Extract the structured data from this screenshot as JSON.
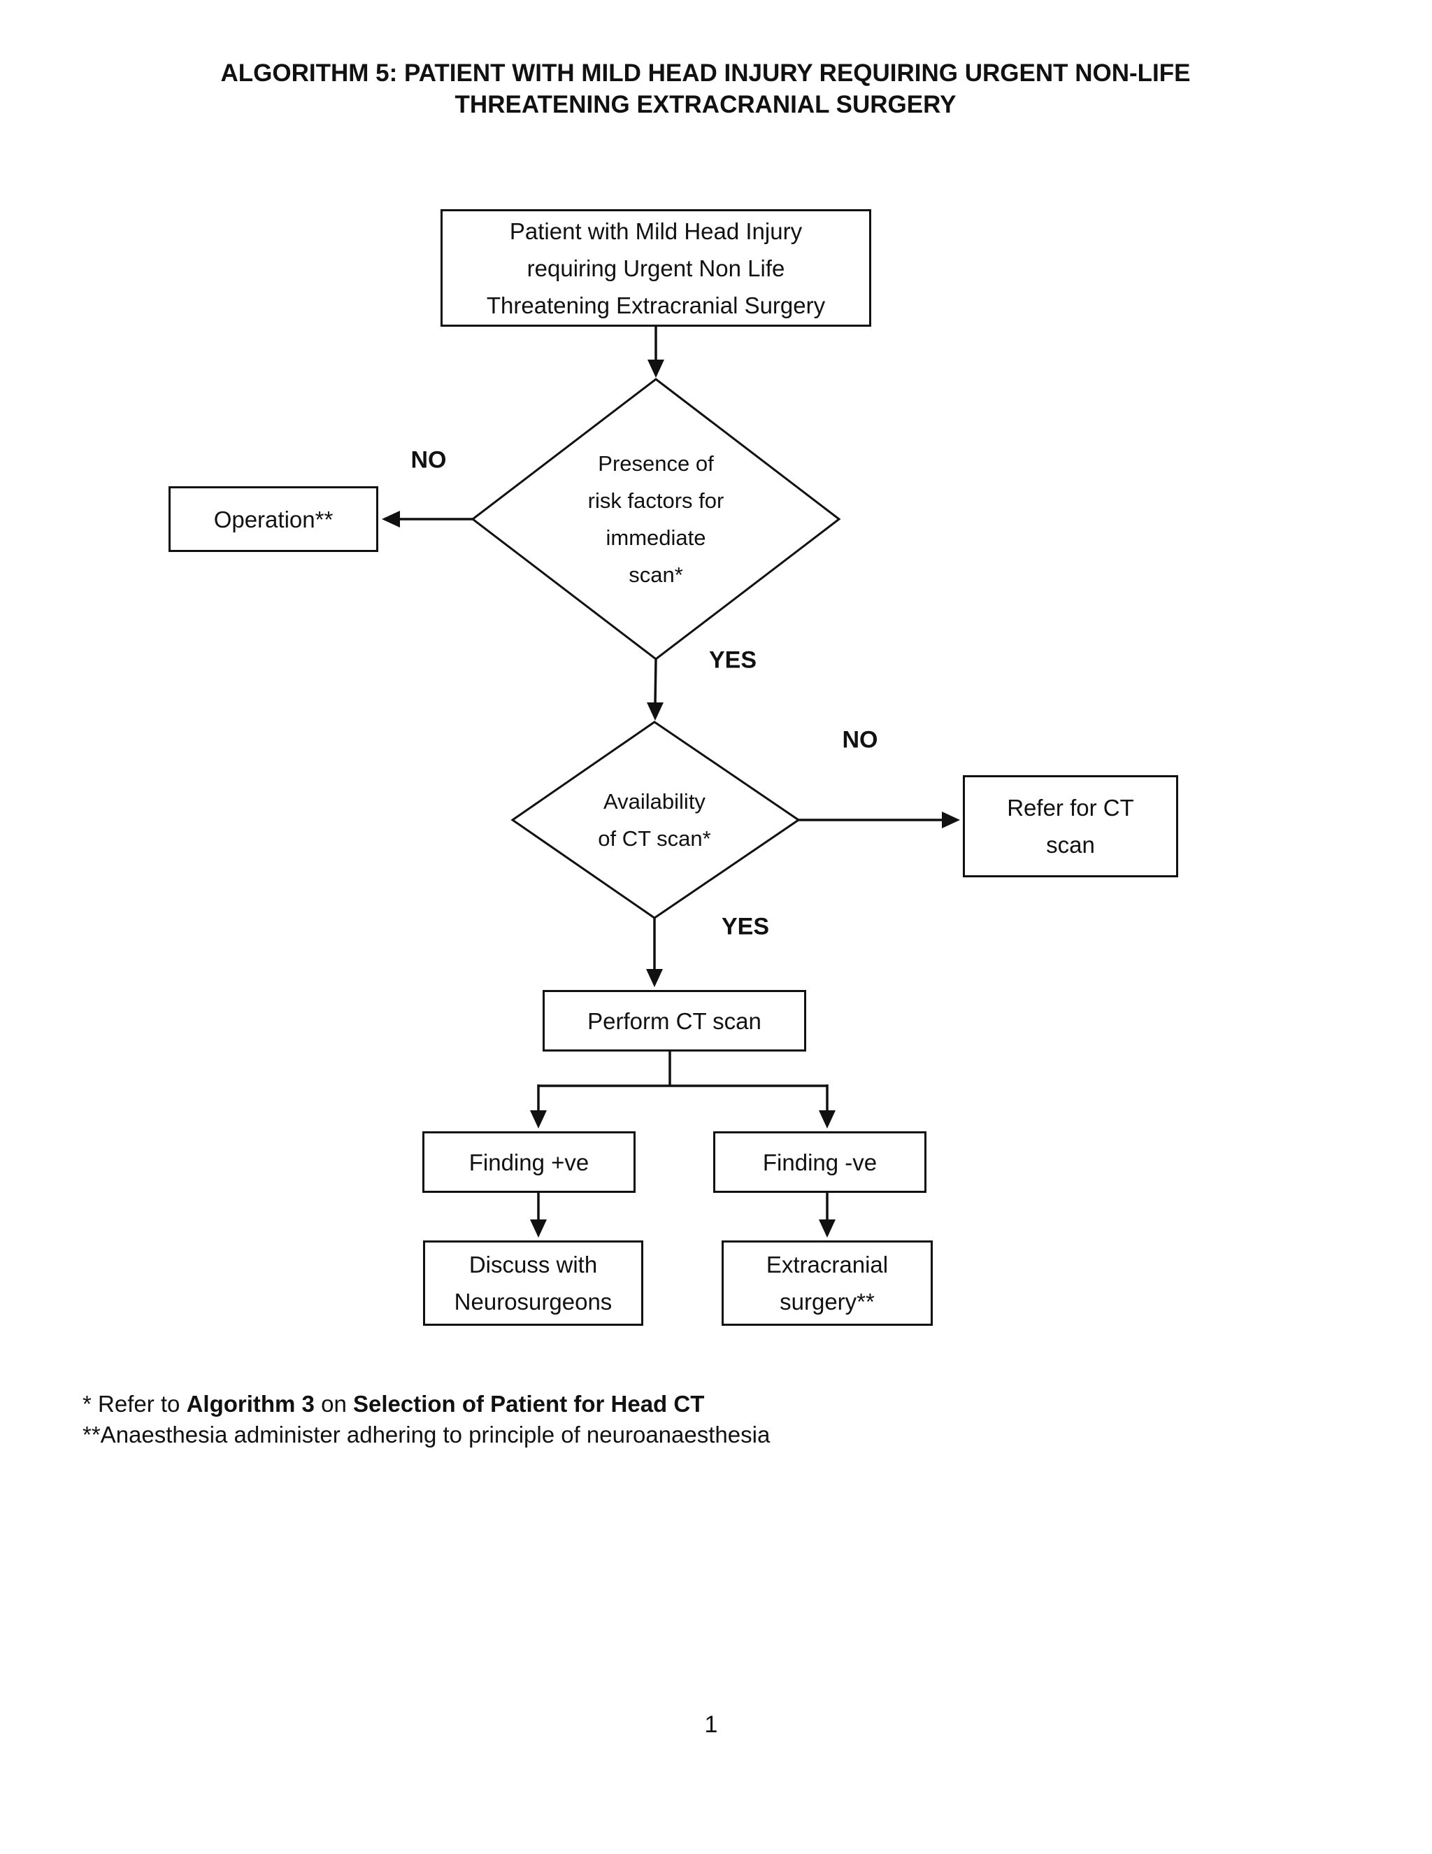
{
  "title": {
    "line1": "ALGORITHM 5: PATIENT WITH MILD HEAD INJURY REQUIRING URGENT NON-LIFE",
    "line2": "THREATENING EXTRACRANIAL SURGERY"
  },
  "nodes": {
    "start": {
      "line1": "Patient with Mild Head Injury",
      "line2": "requiring Urgent Non Life",
      "line3": "Threatening Extracranial Surgery"
    },
    "decision_risk": {
      "line1": "Presence of",
      "line2": "risk factors for",
      "line3": "immediate",
      "line4": "scan*"
    },
    "operation": {
      "label": "Operation**"
    },
    "decision_ct": {
      "line1": "Availability",
      "line2": "of CT scan*"
    },
    "refer_ct": {
      "line1": "Refer for CT",
      "line2": "scan"
    },
    "perform": {
      "label": "Perform CT scan"
    },
    "finding_positive": {
      "label": "Finding +ve"
    },
    "finding_negative": {
      "label": "Finding -ve"
    },
    "discuss": {
      "line1": "Discuss with",
      "line2": "Neurosurgeons"
    },
    "extracranial": {
      "line1": "Extracranial",
      "line2": "surgery**"
    }
  },
  "labels": {
    "risk_no": "NO",
    "risk_yes": "YES",
    "ct_no": "NO",
    "ct_yes": "YES"
  },
  "footnotes": {
    "line1_prefix": "* Refer to ",
    "line1_bold1": "Algorithm 3",
    "line1_mid": " on ",
    "line1_bold2": "Selection of Patient for Head CT",
    "line2": "**Anaesthesia administer adhering to principle of neuroanaesthesia"
  },
  "page_number": "1",
  "colors": {
    "ink": "#111111",
    "background": "#ffffff"
  }
}
